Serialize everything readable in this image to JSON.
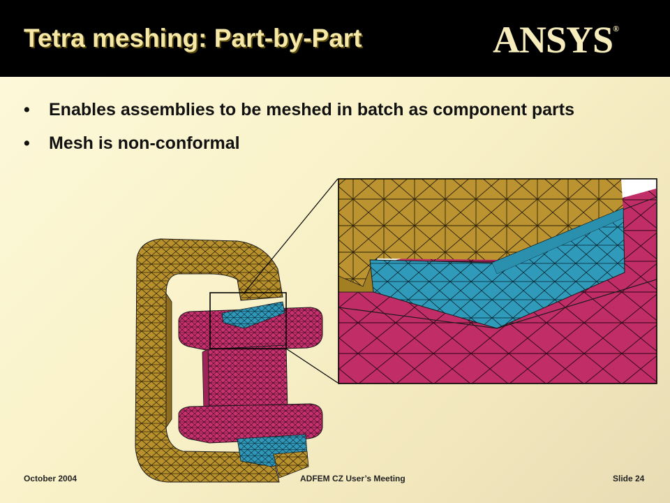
{
  "slide": {
    "title": "Tetra meshing: Part-by-Part",
    "logo_text": "ANSYS",
    "logo_mark": "®",
    "bullets": [
      "Enables assemblies to be meshed in batch as component parts",
      "Mesh is non-conformal"
    ],
    "bullet_glyph": "•",
    "footer": {
      "date": "October 2004",
      "event": "ADFEM CZ User’s Meeting",
      "slide_number": "Slide 24"
    }
  },
  "colors": {
    "header_bg": "#000000",
    "title": "#f6e8a6",
    "gold_part": "#b8902c",
    "magenta_part": "#c93070",
    "cyan_part": "#2f97b8",
    "mesh_lines": "#1a1a1a"
  }
}
